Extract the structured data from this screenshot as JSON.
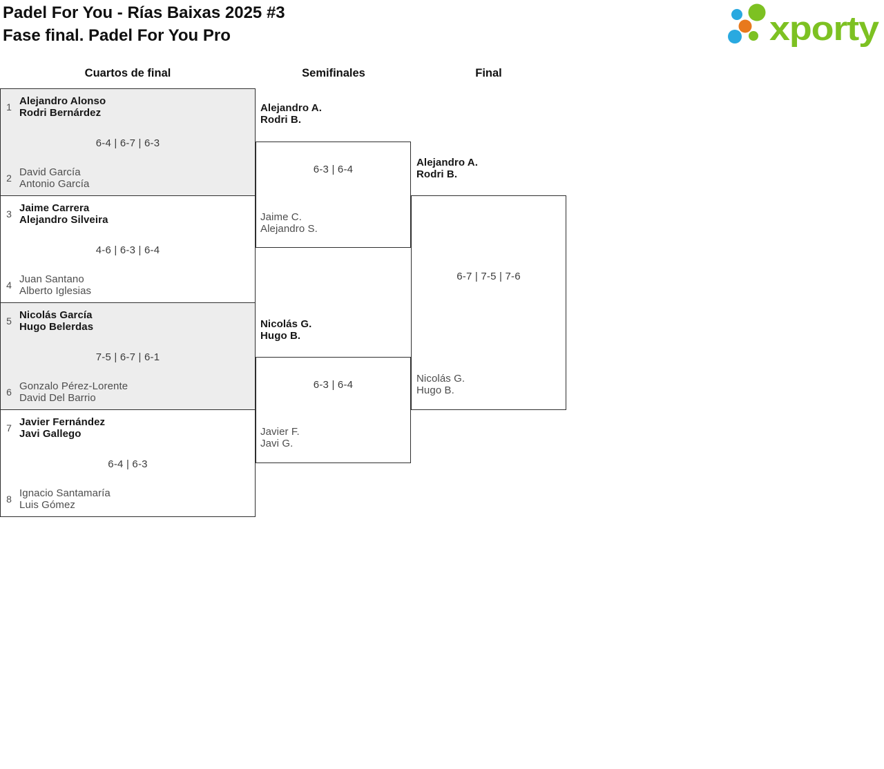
{
  "header": {
    "title_line1": "Padel For You - Rías Baixas 2025 #3",
    "title_line2": "Fase final. Padel For You Pro"
  },
  "logo": {
    "text": "xporty",
    "colors": {
      "green": "#7dc122",
      "blue": "#29a9e0",
      "orange": "#e8791d"
    }
  },
  "rounds": [
    {
      "label": "Cuartos de final"
    },
    {
      "label": "Semifinales"
    },
    {
      "label": "Final"
    }
  ],
  "quarterfinals": [
    {
      "seed_top": "1",
      "team_top": [
        "Alejandro Alonso",
        "Rodri Bernárdez"
      ],
      "score": "6-4 | 6-7 | 6-3",
      "seed_bottom": "2",
      "team_bottom": [
        "David García",
        "Antonio García"
      ]
    },
    {
      "seed_top": "3",
      "team_top": [
        "Jaime Carrera",
        "Alejandro Silveira"
      ],
      "score": "4-6 | 6-3 | 6-4",
      "seed_bottom": "4",
      "team_bottom": [
        "Juan Santano",
        "Alberto Iglesias"
      ]
    },
    {
      "seed_top": "5",
      "team_top": [
        "Nicolás García",
        "Hugo Belerdas"
      ],
      "score": "7-5 | 6-7 | 6-1",
      "seed_bottom": "6",
      "team_bottom": [
        "Gonzalo Pérez-Lorente",
        "David Del Barrio"
      ]
    },
    {
      "seed_top": "7",
      "team_top": [
        "Javier Fernández",
        "Javi Gallego"
      ],
      "score": "6-4 | 6-3",
      "seed_bottom": "8",
      "team_bottom": [
        "Ignacio Santamaría",
        "Luis Gómez"
      ]
    }
  ],
  "semifinals": [
    {
      "winner": [
        "Alejandro A.",
        "Rodri B."
      ],
      "score": "6-3 | 6-4",
      "loser": [
        "Jaime C.",
        "Alejandro S."
      ]
    },
    {
      "winner": [
        "Nicolás G.",
        "Hugo B."
      ],
      "score": "6-3 | 6-4",
      "loser": [
        "Javier F.",
        "Javi G."
      ]
    }
  ],
  "final": {
    "winner": [
      "Alejandro A.",
      "Rodri B."
    ],
    "score": "6-7 | 7-5 | 7-6",
    "loser": [
      "Nicolás G.",
      "Hugo B."
    ]
  }
}
